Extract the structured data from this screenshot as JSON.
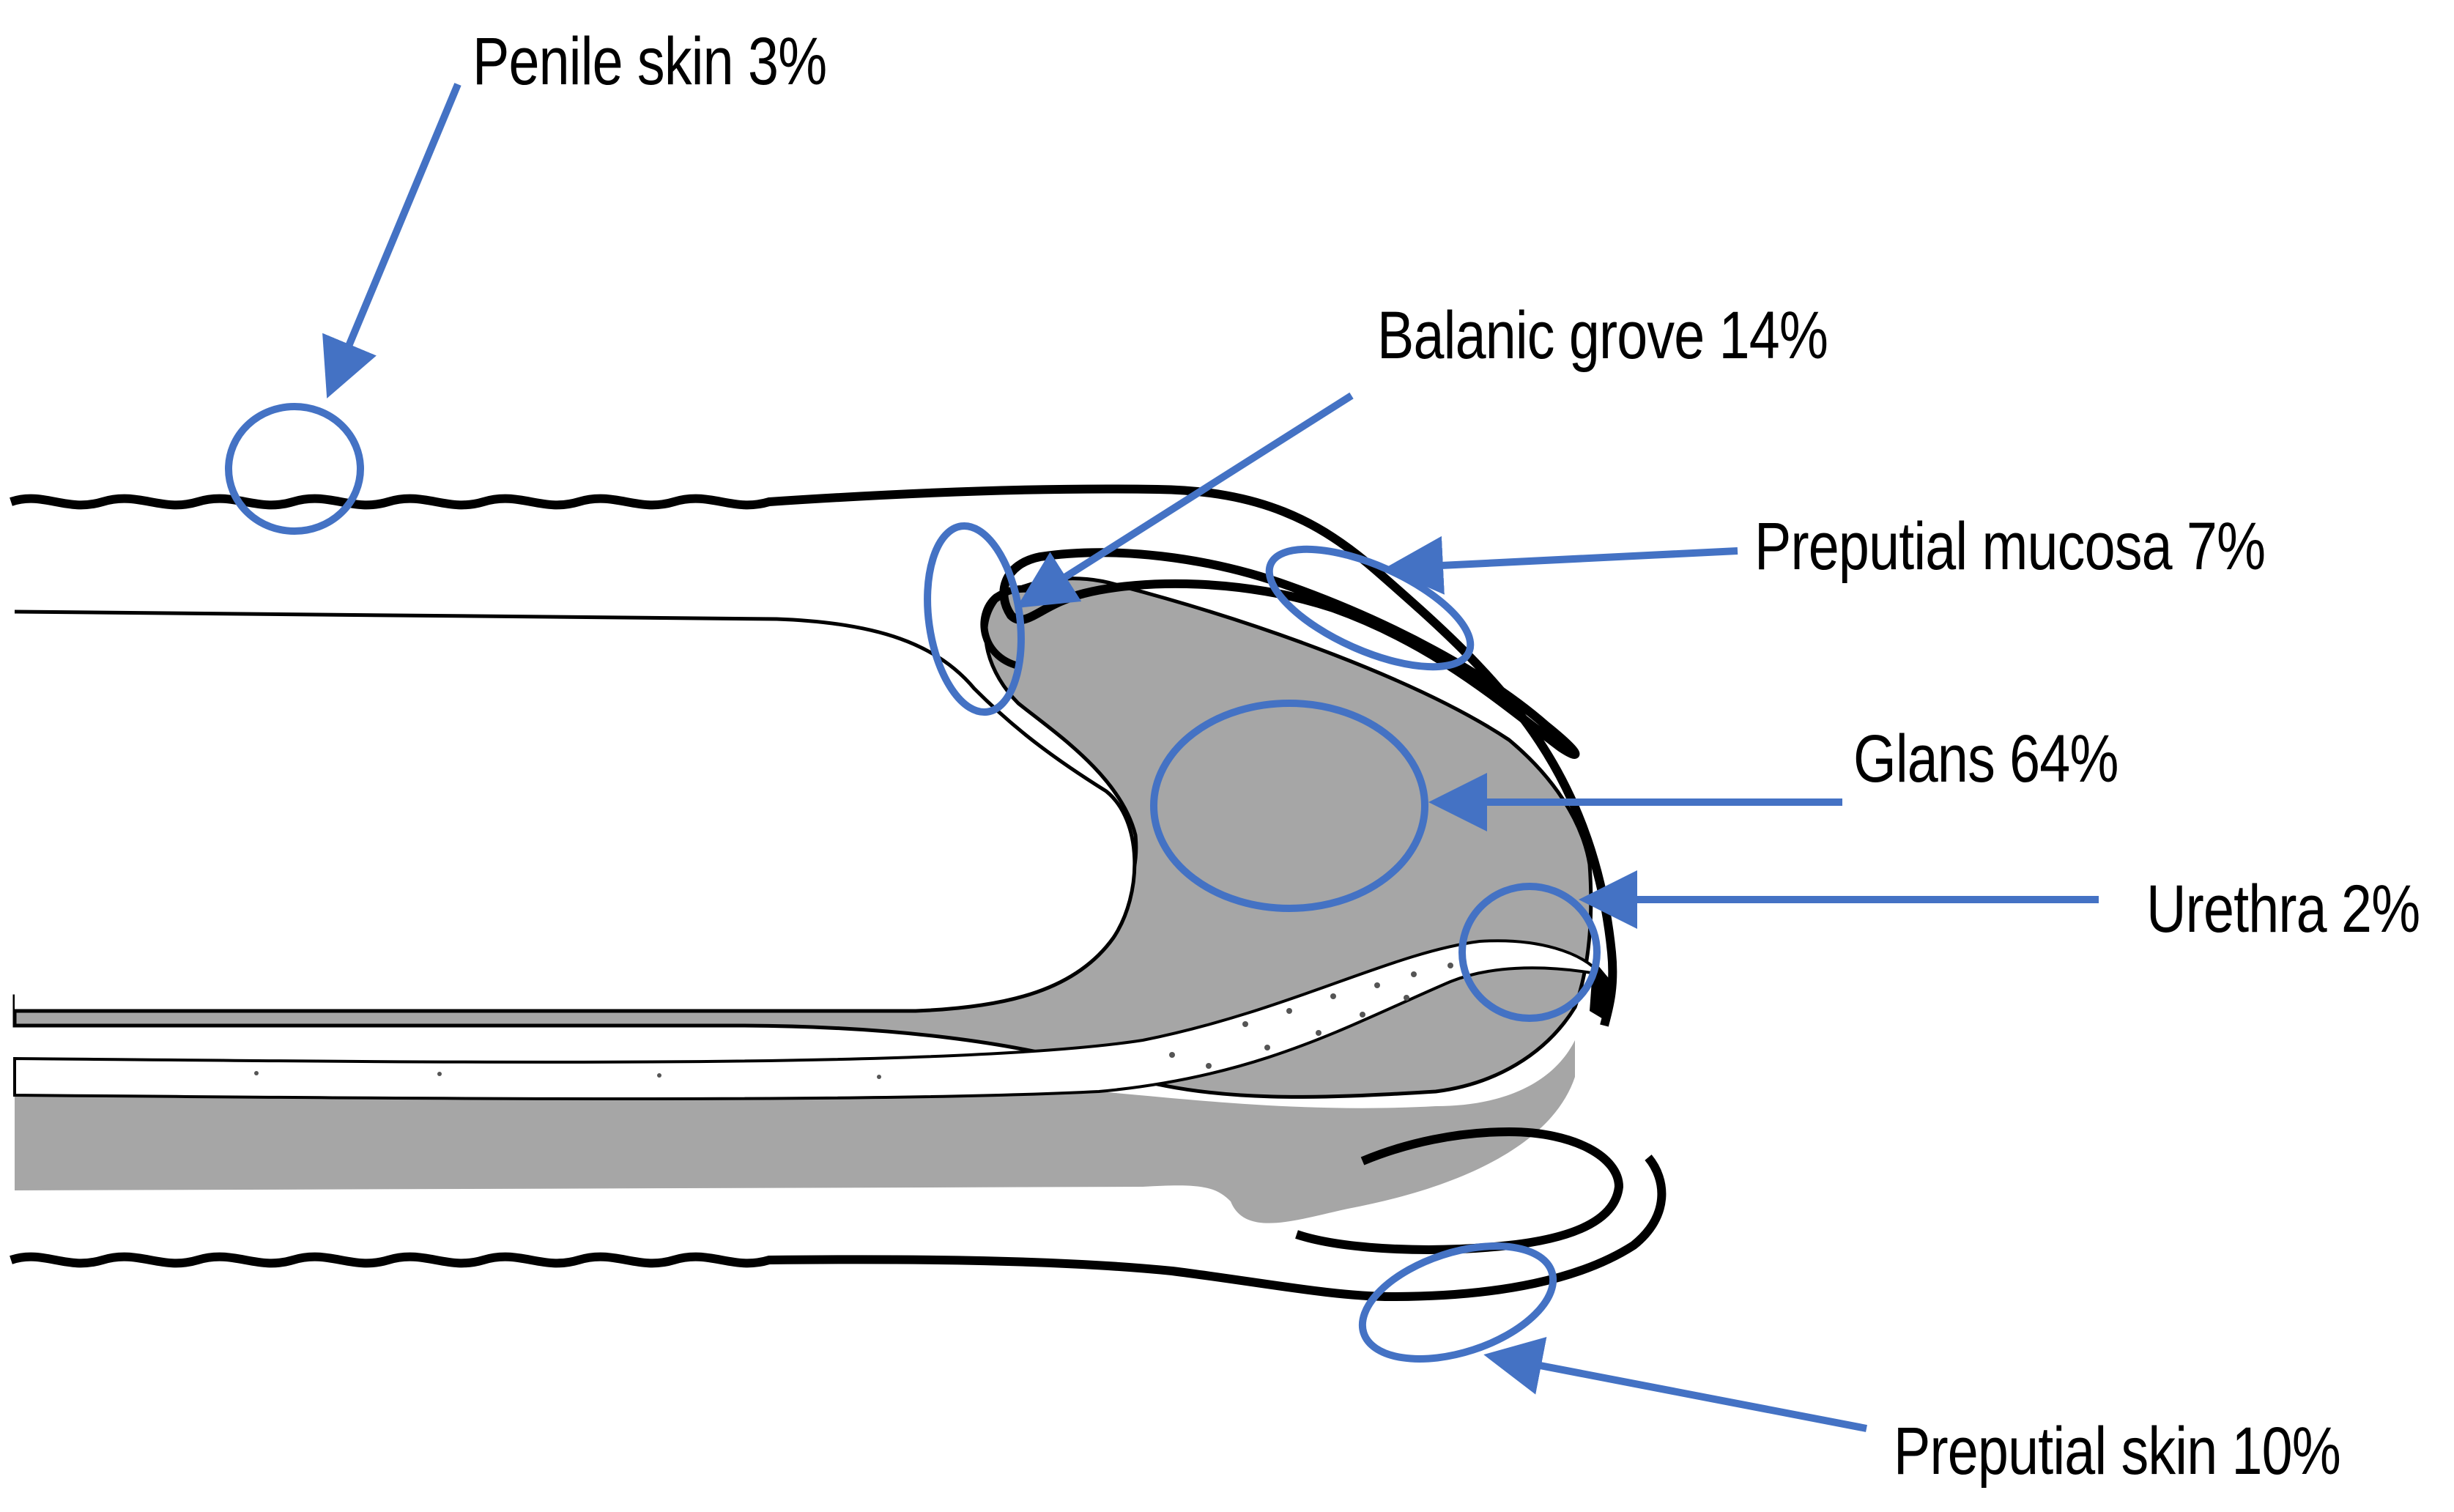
{
  "figure": {
    "labels": {
      "penile_skin": "Penile skin 3%",
      "balanic_groove": "Balanic grove 14%",
      "preputial_mucosa": "Preputial mucosa 7%",
      "glans": "Glans 64%",
      "urethra": "Urethra 2%",
      "preputial_skin": "Preputial skin 10%"
    },
    "colors": {
      "annotation": "#4472C4",
      "tissue_fill": "#A6A6A6",
      "outline": "#000000",
      "background": "#FFFFFF"
    }
  }
}
